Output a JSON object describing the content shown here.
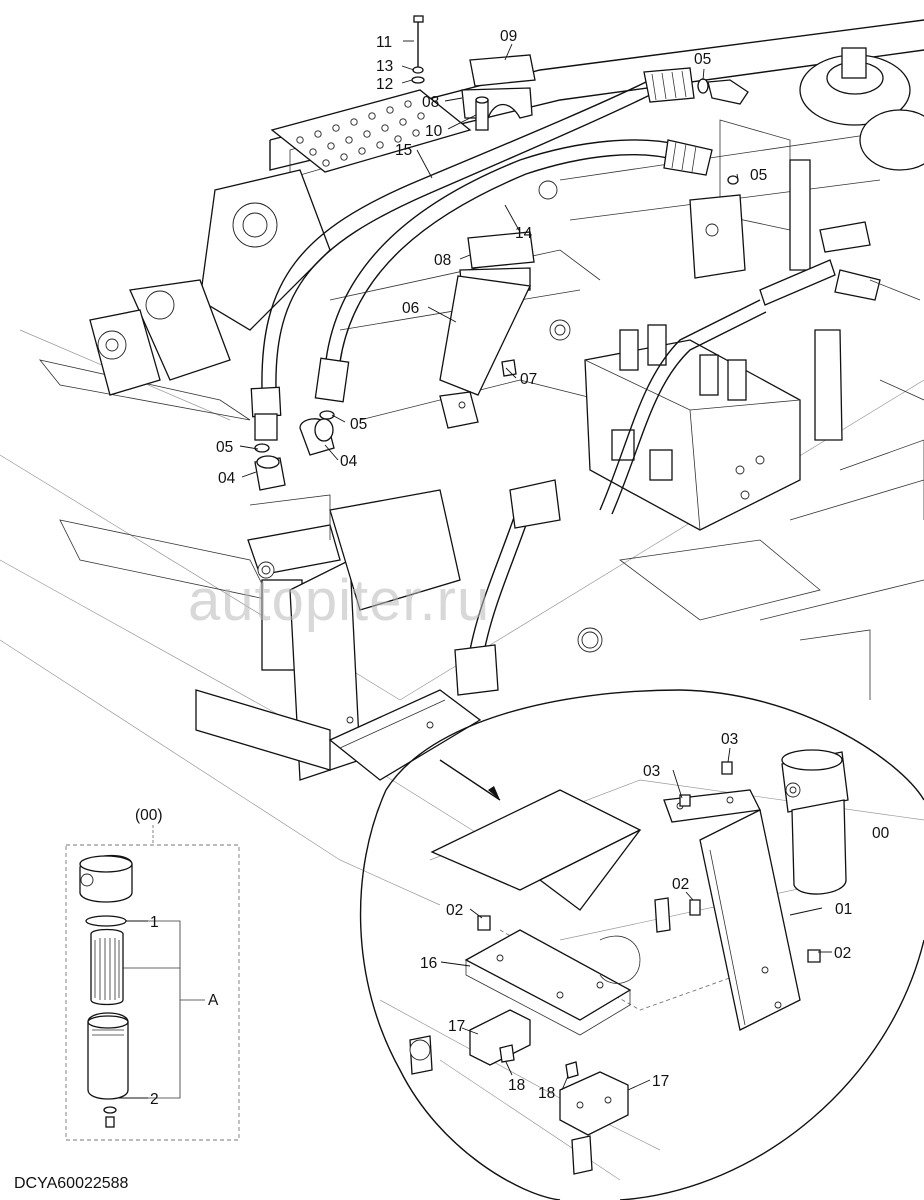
{
  "watermark": "autopiter.ru",
  "drawing_code": "DCYA60022588",
  "part_labels": {
    "p00": "00",
    "p01": "01",
    "p02": "02",
    "p03": "03",
    "p04": "04",
    "p05": "05",
    "p06": "06",
    "p07": "07",
    "p08": "08",
    "p09": "09",
    "p10": "10",
    "p11": "11",
    "p12": "12",
    "p13": "13",
    "p14": "14",
    "p15": "15",
    "p16": "16",
    "p17": "17",
    "p18": "18"
  },
  "filter_kit": {
    "title": "(00)",
    "item_1": "1",
    "item_2": "2",
    "group": "A"
  }
}
